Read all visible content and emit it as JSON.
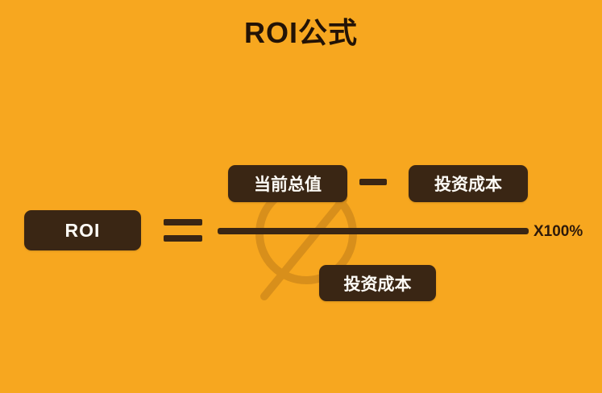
{
  "title": "ROI公式",
  "formula": {
    "result_label": "ROI",
    "equals": "=",
    "numerator": {
      "left_box": "当前总值",
      "operator": "-",
      "right_box": "投资成本"
    },
    "denominator": "投资成本",
    "multiplier": "X100%"
  },
  "colors": {
    "background": "#F7A71F",
    "box": "#3A2614",
    "box_text": "#FDFBF6",
    "title_text": "#231306"
  }
}
